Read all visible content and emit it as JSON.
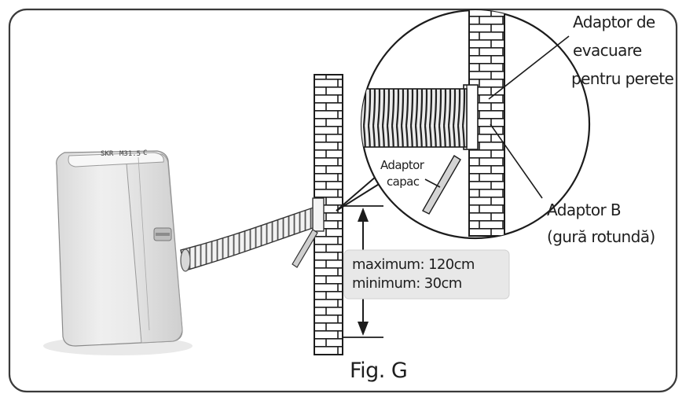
{
  "figure": {
    "caption": "Fig. G",
    "labels": {
      "exhaust_adapter": [
        "Adaptor de",
        "evacuare",
        "pentru perete"
      ],
      "cap_adapter": [
        "Adaptor",
        "capac"
      ],
      "adapter_b": [
        "Adaptor B",
        "(gură rotundă)"
      ]
    },
    "height_range": {
      "max": "maximum: 120cm",
      "min": "minimum: 30cm"
    },
    "unit_display": [
      "SKR",
      "M31.5",
      "C"
    ]
  }
}
